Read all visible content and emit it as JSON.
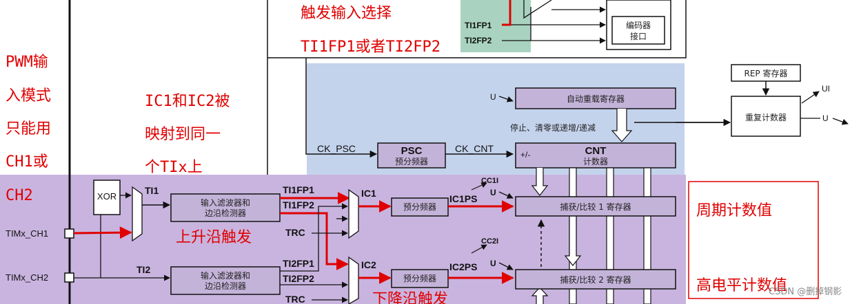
{
  "colors": {
    "purple_region": "#c9b4df",
    "blue_region": "#c4d3ec",
    "green_region": "#a9d3c0",
    "block_fill": "#c4b3d9",
    "red_arrow": "#e00000",
    "red_text": "#e00000"
  },
  "annotations": {
    "trigger_select_line1": "触发输入选择",
    "trigger_select_line2": "TI1FP1或者TI2FP2",
    "pwm_mode": [
      "PWM输",
      "入模式",
      "只能用",
      "CH1或",
      "CH2"
    ],
    "ic_mapping": [
      "IC1和IC2被",
      "映射到同一",
      "个TIx上"
    ],
    "rising_edge": "上升沿触发",
    "falling_edge": "下降沿触发",
    "period_count": "周期计数值",
    "high_level_count": "高电平计数值"
  },
  "diagram": {
    "encoder_block": "编码器\n接口",
    "encoder_line1": "编码器",
    "encoder_line2": "接口",
    "ti1fp1_top": "TI1FP1",
    "ti2fp2_top": "TI2FP2",
    "rep_register": "REP 寄存器",
    "ui_label": "UI",
    "u_label": "U",
    "repeat_counter": "重复计数器",
    "auto_reload": "自动重载寄存器",
    "stop_clear_note": "停止、清零或递增/递减",
    "ck_psc": "CK_PSC",
    "psc_title": "PSC",
    "psc_sub": "预分频器",
    "ck_cnt": "CK_CNT",
    "cnt_title": "CNT",
    "cnt_sub": "计数器",
    "plus_minus": "+/-",
    "xor": "XOR",
    "ti1": "TI1",
    "ti2": "TI2",
    "tim_ch1": "TIMx_CH1",
    "tim_ch2": "TIMx_CH2",
    "filter1_line1": "输入滤波器和",
    "filter1_line2": "边沿检测器",
    "filter2_line1": "输入滤波器和",
    "filter2_line2": "边沿检测器",
    "ti1fp1": "TI1FP1",
    "ti1fp2": "TI1FP2",
    "ti2fp1": "TI2FP1",
    "ti2fp2": "TI2FP2",
    "trc_1": "TRC",
    "trc_2": "TRC",
    "ic1": "IC1",
    "ic2": "IC2",
    "prescaler1": "预分频器",
    "prescaler2": "预分频器",
    "ic1ps": "IC1PS",
    "ic2ps": "IC2PS",
    "cc1i": "CC1I",
    "cc2i": "CC2I",
    "capture1": "捕获/比较 1 寄存器",
    "capture2": "捕获/比较 2 寄存器"
  },
  "watermark": "CSDN @删掉钢影"
}
